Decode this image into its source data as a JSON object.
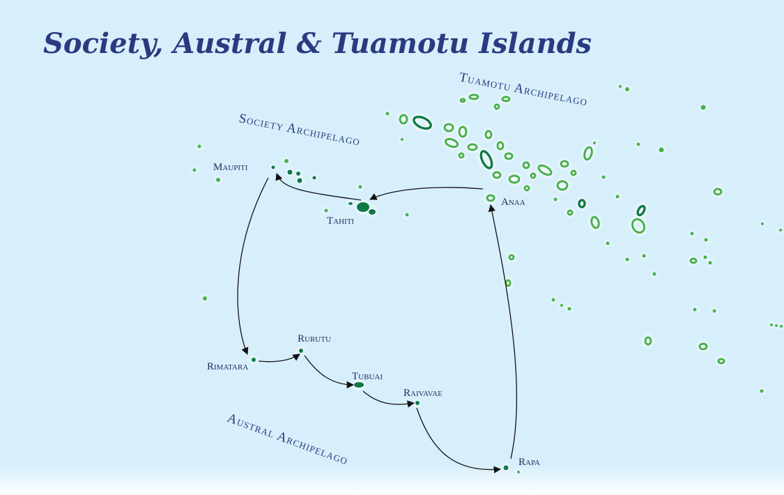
{
  "map": {
    "title": "Society, Austral & Tuamotu Islands",
    "regions": {
      "society": "Society Archipelago",
      "tuamotu": "Tuamotu Archipelago",
      "austral": "Austral Archipelago"
    },
    "places": {
      "maupiti": "Maupiti",
      "tahiti": "Tahiti",
      "anaa": "Anaa",
      "rimatara": "Rimatara",
      "rurutu": "Rurutu",
      "tubuai": "Tubuai",
      "raivavae": "Raivavae",
      "rapa": "Rapa"
    },
    "route": [
      "Anaa",
      "Tahiti",
      "Maupiti",
      "Rimatara",
      "Rurutu",
      "Tubuai",
      "Raivavae",
      "Rapa",
      "Anaa"
    ],
    "colors": {
      "sea": "#d7effb",
      "land_light": "#45b24a",
      "land_dark": "#0f7a45",
      "text": "#2b3a80",
      "route": "#111111"
    }
  }
}
